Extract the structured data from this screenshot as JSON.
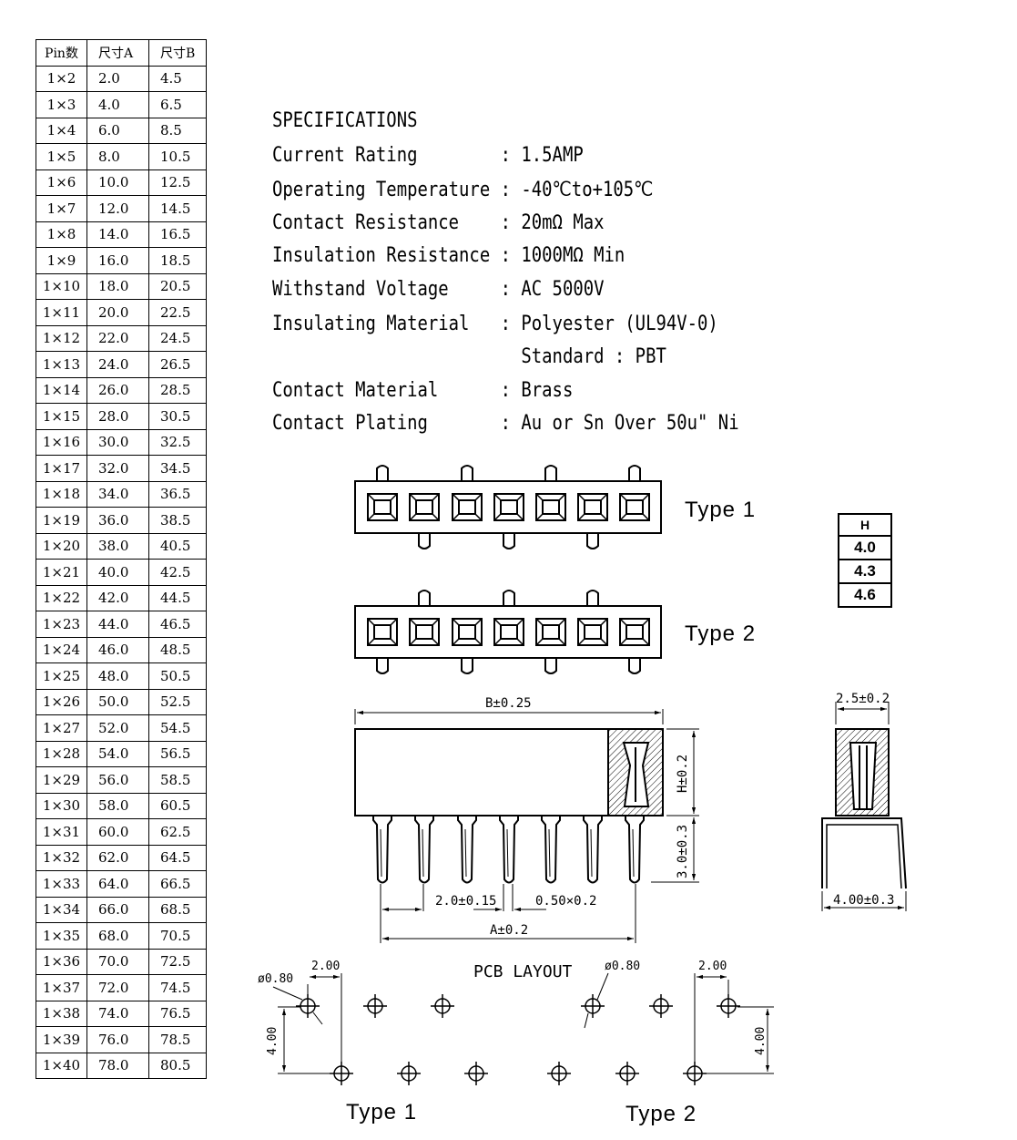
{
  "pin_table": {
    "headers": [
      "Pin数",
      "尺寸A",
      "尺寸B"
    ],
    "rows": [
      [
        "1×2",
        "2.0",
        "4.5"
      ],
      [
        "1×3",
        "4.0",
        "6.5"
      ],
      [
        "1×4",
        "6.0",
        "8.5"
      ],
      [
        "1×5",
        "8.0",
        "10.5"
      ],
      [
        "1×6",
        "10.0",
        "12.5"
      ],
      [
        "1×7",
        "12.0",
        "14.5"
      ],
      [
        "1×8",
        "14.0",
        "16.5"
      ],
      [
        "1×9",
        "16.0",
        "18.5"
      ],
      [
        "1×10",
        "18.0",
        "20.5"
      ],
      [
        "1×11",
        "20.0",
        "22.5"
      ],
      [
        "1×12",
        "22.0",
        "24.5"
      ],
      [
        "1×13",
        "24.0",
        "26.5"
      ],
      [
        "1×14",
        "26.0",
        "28.5"
      ],
      [
        "1×15",
        "28.0",
        "30.5"
      ],
      [
        "1×16",
        "30.0",
        "32.5"
      ],
      [
        "1×17",
        "32.0",
        "34.5"
      ],
      [
        "1×18",
        "34.0",
        "36.5"
      ],
      [
        "1×19",
        "36.0",
        "38.5"
      ],
      [
        "1×20",
        "38.0",
        "40.5"
      ],
      [
        "1×21",
        "40.0",
        "42.5"
      ],
      [
        "1×22",
        "42.0",
        "44.5"
      ],
      [
        "1×23",
        "44.0",
        "46.5"
      ],
      [
        "1×24",
        "46.0",
        "48.5"
      ],
      [
        "1×25",
        "48.0",
        "50.5"
      ],
      [
        "1×26",
        "50.0",
        "52.5"
      ],
      [
        "1×27",
        "52.0",
        "54.5"
      ],
      [
        "1×28",
        "54.0",
        "56.5"
      ],
      [
        "1×29",
        "56.0",
        "58.5"
      ],
      [
        "1×30",
        "58.0",
        "60.5"
      ],
      [
        "1×31",
        "60.0",
        "62.5"
      ],
      [
        "1×32",
        "62.0",
        "64.5"
      ],
      [
        "1×33",
        "64.0",
        "66.5"
      ],
      [
        "1×34",
        "66.0",
        "68.5"
      ],
      [
        "1×35",
        "68.0",
        "70.5"
      ],
      [
        "1×36",
        "70.0",
        "72.5"
      ],
      [
        "1×37",
        "72.0",
        "74.5"
      ],
      [
        "1×38",
        "74.0",
        "76.5"
      ],
      [
        "1×39",
        "76.0",
        "78.5"
      ],
      [
        "1×40",
        "78.0",
        "80.5"
      ]
    ]
  },
  "specs": {
    "title": "SPECIFICATIONS",
    "lines": [
      "Current Rating        : 1.5AMP",
      "Operating Temperature : -40℃to+105℃",
      "Contact Resistance    : 20mΩ Max",
      "Insulation Resistance : 1000MΩ Min",
      "Withstand Voltage     : AC 5000V",
      "Insulating Material   : Polyester (UL94V-0)",
      "                        Standard : PBT",
      "Contact Material      : Brass",
      "Contact Plating       : Au or Sn Over 50u\" Ni"
    ]
  },
  "type_labels": {
    "type1": "Type 1",
    "type2": "Type 2"
  },
  "h_table": {
    "header": "H",
    "values": [
      "4.0",
      "4.3",
      "4.6"
    ]
  },
  "dims": {
    "b": "B±0.25",
    "h": "H±0.2",
    "tail": "3.0±0.3",
    "pitch": "2.0±0.15",
    "pin": "0.50×0.2",
    "a": "A±0.2",
    "side_w": "2.5±0.2",
    "side_base": "4.00±0.3"
  },
  "pcb": {
    "title": "PCB LAYOUT",
    "hole": "ø0.80",
    "pitch": "2.00",
    "row": "4.00",
    "type1": "Type 1",
    "type2": "Type 2"
  }
}
